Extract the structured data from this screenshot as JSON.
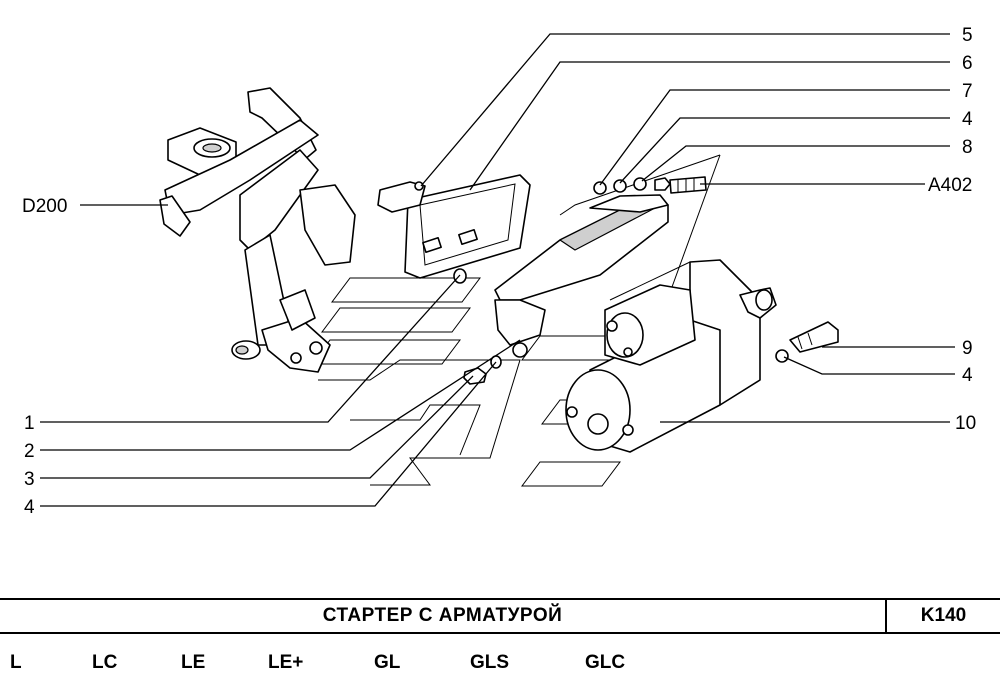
{
  "callouts": {
    "left": [
      {
        "id": "d200",
        "label": "D200"
      },
      {
        "id": "c1",
        "label": "1"
      },
      {
        "id": "c2",
        "label": "2"
      },
      {
        "id": "c3",
        "label": "3"
      },
      {
        "id": "c4a",
        "label": "4"
      }
    ],
    "right": [
      {
        "id": "c5",
        "label": "5"
      },
      {
        "id": "c6",
        "label": "6"
      },
      {
        "id": "c7",
        "label": "7"
      },
      {
        "id": "c4b",
        "label": "4"
      },
      {
        "id": "c8",
        "label": "8"
      },
      {
        "id": "a402",
        "label": "A402"
      },
      {
        "id": "c9",
        "label": "9"
      },
      {
        "id": "c4c",
        "label": "4"
      },
      {
        "id": "c10",
        "label": "10"
      }
    ]
  },
  "footer": {
    "title": "СТАРТЕР  С  АРМАТУРОЙ",
    "code": "K140",
    "versions": [
      "L",
      "LC",
      "LE",
      "LE+",
      "GL",
      "GLS",
      "GLC"
    ]
  }
}
